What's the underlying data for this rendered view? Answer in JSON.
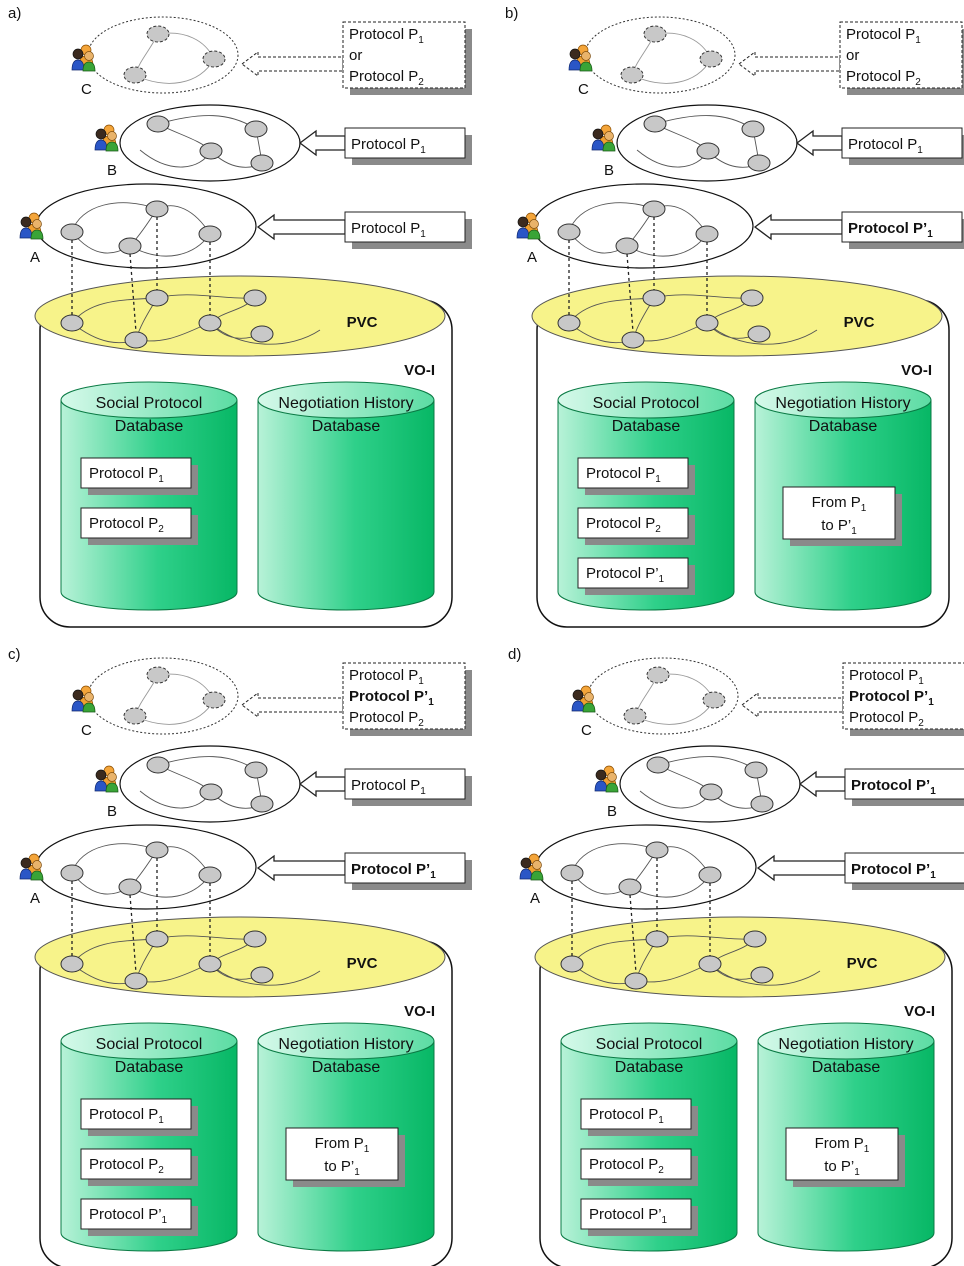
{
  "panels": [
    {
      "label": "a)",
      "community_c": {
        "label": "C",
        "lines": [
          {
            "text": "Protocol P",
            "sub": "1",
            "bold": false
          },
          {
            "text": "or",
            "sub": "",
            "bold": false
          },
          {
            "text": "Protocol P",
            "sub": "2",
            "bold": false
          }
        ]
      },
      "community_b": {
        "label": "B",
        "protocol": {
          "text": "Protocol P",
          "sub": "1",
          "bold": false
        }
      },
      "community_a": {
        "label": "A",
        "protocol": {
          "text": "Protocol P",
          "sub": "1",
          "bold": false
        }
      },
      "pvc_label": "PVC",
      "voi_label": "VO-I",
      "social_db": {
        "title": [
          "Social Protocol",
          "Database"
        ],
        "entries": [
          {
            "text": "Protocol P",
            "sub": "1"
          },
          {
            "text": "Protocol P",
            "sub": "2"
          }
        ]
      },
      "history_db": {
        "title": [
          "Negotiation History",
          "Database"
        ],
        "entry": null
      }
    },
    {
      "label": "b)",
      "community_c": {
        "label": "C",
        "lines": [
          {
            "text": "Protocol P",
            "sub": "1",
            "bold": false
          },
          {
            "text": "or",
            "sub": "",
            "bold": false
          },
          {
            "text": "Protocol P",
            "sub": "2",
            "bold": false
          }
        ]
      },
      "community_b": {
        "label": "B",
        "protocol": {
          "text": "Protocol P",
          "sub": "1",
          "bold": false
        }
      },
      "community_a": {
        "label": "A",
        "protocol": {
          "text": "Protocol P’",
          "sub": "1",
          "bold": true
        }
      },
      "pvc_label": "PVC",
      "voi_label": "VO-I",
      "social_db": {
        "title": [
          "Social Protocol",
          "Database"
        ],
        "entries": [
          {
            "text": "Protocol P",
            "sub": "1"
          },
          {
            "text": "Protocol P",
            "sub": "2"
          },
          {
            "text": "Protocol P’",
            "sub": "1"
          }
        ]
      },
      "history_db": {
        "title": [
          "Negotiation History",
          "Database"
        ],
        "entry": {
          "line1": {
            "text": "From P",
            "sub": "1"
          },
          "line2": {
            "text": "to P’",
            "sub": "1"
          }
        }
      }
    },
    {
      "label": "c)",
      "community_c": {
        "label": "C",
        "lines": [
          {
            "text": "Protocol P",
            "sub": "1",
            "bold": false
          },
          {
            "text": "Protocol P’",
            "sub": "1",
            "bold": true
          },
          {
            "text": "Protocol P",
            "sub": "2",
            "bold": false
          }
        ]
      },
      "community_b": {
        "label": "B",
        "protocol": {
          "text": "Protocol P",
          "sub": "1",
          "bold": false
        }
      },
      "community_a": {
        "label": "A",
        "protocol": {
          "text": "Protocol P’",
          "sub": "1",
          "bold": true
        }
      },
      "pvc_label": "PVC",
      "voi_label": "VO-I",
      "social_db": {
        "title": [
          "Social Protocol",
          "Database"
        ],
        "entries": [
          {
            "text": "Protocol P",
            "sub": "1"
          },
          {
            "text": "Protocol P",
            "sub": "2"
          },
          {
            "text": "Protocol P’",
            "sub": "1"
          }
        ]
      },
      "history_db": {
        "title": [
          "Negotiation History",
          "Database"
        ],
        "entry": {
          "line1": {
            "text": "From P",
            "sub": "1"
          },
          "line2": {
            "text": "to P’",
            "sub": "1"
          }
        }
      }
    },
    {
      "label": "d)",
      "community_c": {
        "label": "C",
        "lines": [
          {
            "text": "Protocol P",
            "sub": "1",
            "bold": false
          },
          {
            "text": "Protocol P’",
            "sub": "1",
            "bold": true
          },
          {
            "text": "Protocol P",
            "sub": "2",
            "bold": false
          }
        ]
      },
      "community_b": {
        "label": "B",
        "protocol": {
          "text": "Protocol P’",
          "sub": "1",
          "bold": true
        }
      },
      "community_a": {
        "label": "A",
        "protocol": {
          "text": "Protocol P’",
          "sub": "1",
          "bold": true
        }
      },
      "pvc_label": "PVC",
      "voi_label": "VO-I",
      "social_db": {
        "title": [
          "Social Protocol",
          "Database"
        ],
        "entries": [
          {
            "text": "Protocol P",
            "sub": "1"
          },
          {
            "text": "Protocol P",
            "sub": "2"
          },
          {
            "text": "Protocol P’",
            "sub": "1"
          }
        ]
      },
      "history_db": {
        "title": [
          "Negotiation History",
          "Database"
        ],
        "entry": {
          "line1": {
            "text": "From P",
            "sub": "1"
          },
          "line2": {
            "text": "to P’",
            "sub": "1"
          }
        }
      }
    }
  ],
  "colors": {
    "pvc_fill": "#f7f38a",
    "db_light": "#b8f2d8",
    "db_dark": "#07b765",
    "node_fill": "#c8c8c8",
    "shadow": "#8a8a8a"
  }
}
